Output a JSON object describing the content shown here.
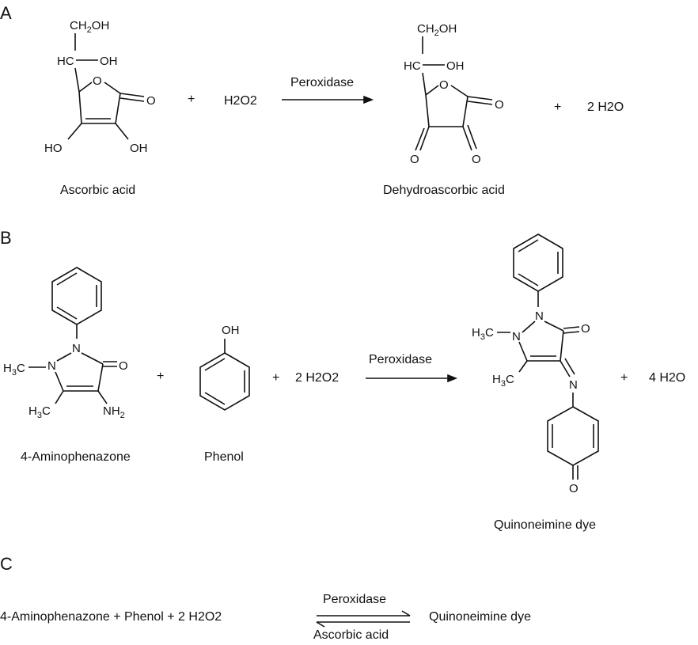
{
  "panels": [
    {
      "id": "A",
      "letter": "A"
    },
    {
      "id": "B",
      "letter": "B"
    },
    {
      "id": "C",
      "letter": "C"
    }
  ],
  "panel_a": {
    "reactant_name": "Ascorbic acid",
    "plus1": "+",
    "h2o2": "H2O2",
    "arrow_label": "Peroxidase",
    "product_name": "Dehydroascorbic acid",
    "plus2": "+",
    "water": "2 H2O"
  },
  "panel_b": {
    "reactant1_name": "4-Aminophenazone",
    "plus1": "+",
    "reactant2_name": "Phenol",
    "plus2": "+",
    "h2o2": "2 H2O2",
    "arrow_label": "Peroxidase",
    "product_name": "Quinoneimine dye",
    "plus3": "+",
    "water": "4 H2O"
  },
  "panel_c": {
    "equation_left": "4-Aminophenazone + Phenol + 2 H2O2",
    "forward_label": "Peroxidase",
    "reverse_label": "Ascorbic acid",
    "product": "Quinoneimine dye"
  },
  "atom_labels": [
    "CH2OH",
    "HC",
    "OH",
    "O",
    "HO",
    "N",
    "H3C",
    "NH2"
  ]
}
